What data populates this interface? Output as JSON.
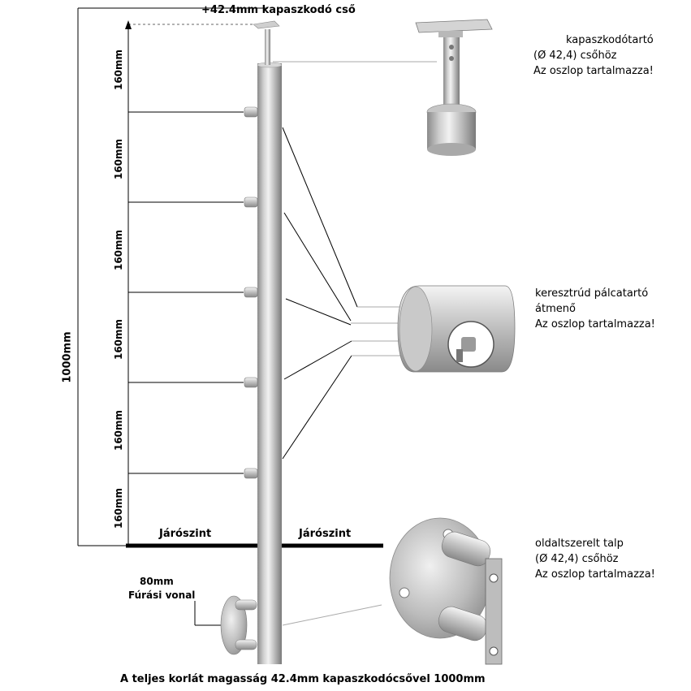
{
  "top_label": "+42.4mm kapaszkodó cső",
  "total_height_label": "1000mm",
  "segment_labels": [
    "160mm",
    "160mm",
    "160mm",
    "160mm",
    "160mm",
    "160mm"
  ],
  "floor_label_left": "Járószint",
  "floor_label_right": "Járószint",
  "drill": {
    "line1": "80mm",
    "line2": "Fúrási vonal"
  },
  "callouts": {
    "handrail_holder": {
      "line1": "kapaszkodótartó",
      "line2": "(Ø 42,4) csőhöz",
      "line3": "Az oszlop tartalmazza!"
    },
    "cross_rod_holder": {
      "line1": "keresztrúd pálcatartó",
      "line2": "átmenő",
      "line3": "Az oszlop tartalmazza!"
    },
    "side_base": {
      "line1": "oldaltszerelt talp",
      "line2": "(Ø 42,4) csőhöz",
      "line3": "Az oszlop tartalmazza!"
    }
  },
  "bottom_caption": "A teljes korlát magasság 42.4mm kapaszkodócsővel 1000mm",
  "colors": {
    "steel_light": "#e4e4e4",
    "steel_mid": "#b5b5b5",
    "steel_dark": "#7d7d7d",
    "line": "#000000"
  }
}
